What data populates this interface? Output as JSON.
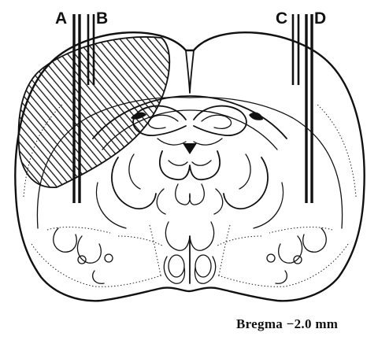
{
  "probes": [
    {
      "label": "A"
    },
    {
      "label": "B"
    },
    {
      "label": "C"
    },
    {
      "label": "D"
    }
  ],
  "bregma_label": "Bregma  −2.0 mm",
  "colors": {
    "ink": "#111111",
    "background": "#ffffff"
  }
}
